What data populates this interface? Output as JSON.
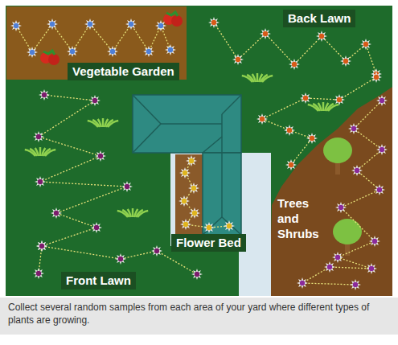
{
  "diagram": {
    "caption": "Collect several random samples from each area of your yard where different types of plants are growing.",
    "labels": [
      "Vegetable Garden",
      "Back Lawn",
      "Trees and Shrubs",
      "Flower Bed",
      "Front Lawn"
    ]
  }
}
